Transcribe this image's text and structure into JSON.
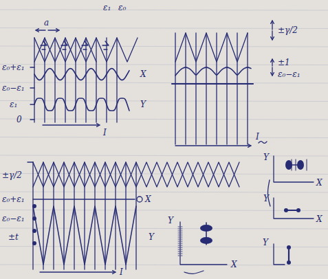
{
  "diagram": {
    "labels": [
      "a",
      "ε₁",
      "ε₀",
      "ε₀+ε₁",
      "ε₀−ε₁",
      "ε₁",
      "0",
      "X",
      "Y",
      "I",
      "±γ/2",
      "±1",
      "ε₀−ε₁",
      "I",
      "±γ/2",
      "ε₀+ε₁",
      "X",
      "ε₀−ε₁",
      "±t",
      "Y",
      "I",
      "Y",
      "X",
      "Y",
      "X",
      "Y",
      "X",
      "Y"
    ]
  }
}
